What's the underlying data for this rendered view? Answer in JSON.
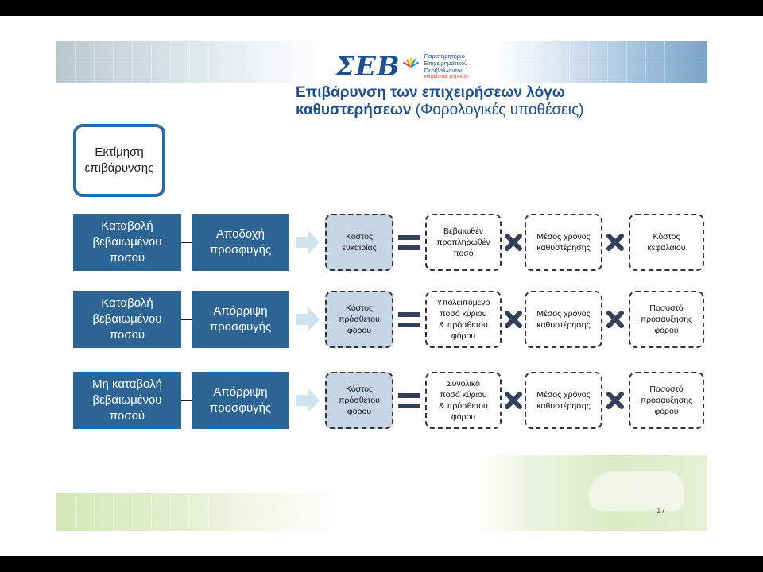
{
  "logo": {
    "mark": "ΣΕΒ",
    "lines": [
      "Παρατηρητήριο",
      "Επιχειρηματικού",
      "Περιβάλλοντος",
      "κοιτάζοντας μπροστά"
    ]
  },
  "title": {
    "main": "Επιβάρυνση των επιχειρήσεων λόγω",
    "line2_bold": "καθυστερήσεων",
    "line2_rest": " (Φορολογικές υποθέσεις)"
  },
  "estimate_box": {
    "line1": "Εκτίμηση",
    "line2": "επιβάρυνσης"
  },
  "rows": [
    {
      "a": [
        "Καταβολή",
        "βεβαιωμένου",
        "ποσού"
      ],
      "b": [
        "Αποδοχή",
        "προσφυγής"
      ],
      "cost": [
        "Κόστος",
        "ευκαιρίας"
      ],
      "t1": [
        "Βεβαιωθέν",
        "προπληρωθέν",
        "ποσό"
      ],
      "t2": [
        "Μέσος χρόνος",
        "καθυστέρησης"
      ],
      "t3": [
        "Κόστος",
        "κεφαλαίου"
      ]
    },
    {
      "a": [
        "Καταβολή",
        "βεβαιωμένου",
        "ποσού"
      ],
      "b": [
        "Απόρριψη",
        "προσφυγής"
      ],
      "cost": [
        "Κόστος",
        "πρόσθετου",
        "φόρου"
      ],
      "t1": [
        "Υπολειπόμενο",
        "ποσό κύριου",
        "& πρόσθετου",
        "φόρου"
      ],
      "t2": [
        "Μέσος χρόνος",
        "καθυστέρησης"
      ],
      "t3": [
        "Ποσοστό",
        "προσαύξησης",
        "φόρου"
      ]
    },
    {
      "a": [
        "Μη καταβολή",
        "βεβαιωμένου",
        "ποσού"
      ],
      "b": [
        "Απόρριψη",
        "προσφυγής"
      ],
      "cost": [
        "Κόστος",
        "πρόσθετου",
        "φόρου"
      ],
      "t1": [
        "Συνολικό",
        "ποσό κύριου",
        "& πρόσθετου",
        "φόρου"
      ],
      "t2": [
        "Μέσος χρόνος",
        "καθυστέρησης"
      ],
      "t3": [
        "Ποσοστό",
        "προσαύξησης",
        "φόρου"
      ]
    }
  ],
  "page_number": "17",
  "colors": {
    "brand": "#1f4f8f",
    "box_fill": "#2c6493",
    "cost_fill": "#c5d5e6",
    "arrow": "#cfe3ee"
  },
  "icons": {
    "arrow": "right-arrow-icon",
    "equals": "equals-icon",
    "multiply": "multiply-icon"
  }
}
